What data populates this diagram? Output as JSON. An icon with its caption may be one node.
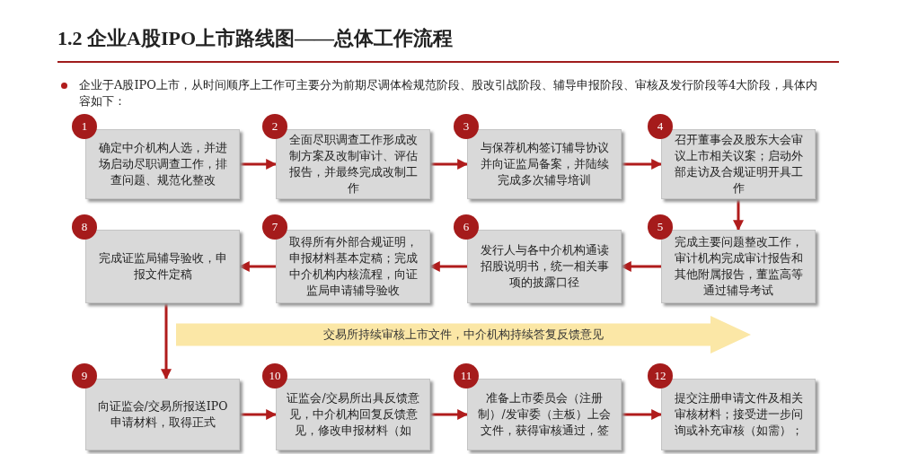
{
  "diagram": {
    "title": "1.2 企业A股IPO上市路线图——总体工作流程",
    "nodes": [
      {
        "text": [
          "1",
          "确定中介机构人选，并进场启动尽职调查工作，排查问题、规范化整改"
        ]
      },
      {
        "text": [
          "2",
          "全面尽职调查工作形成改制方案及改制审计、评估报告，并最终完成改制工作"
        ]
      },
      {
        "text": [
          "3",
          "与保荐机构签订辅导协议并向证监局备案，并陆续完成多次辅导培训"
        ]
      },
      {
        "text": [
          "4",
          "召开董事会及股东大会审议上市相关议案；启动外部走访及合规证明开具工作"
        ]
      },
      {
        "text": [
          "5",
          "完成主要问题整改工作，审计机构完成审计报告和其他附属报告，董监高等通过辅导考试"
        ]
      },
      {
        "text": [
          "6",
          "发行人与各中介机构通读招股说明书，统一相关事项的披露口径"
        ]
      },
      {
        "text": [
          "7",
          "取得所有外部合规证明，申报材料基本定稿；完成中介机构内核流程，向证监局申请辅导验收"
        ]
      },
      {
        "text": [
          "8",
          "完成证监局辅导验收，申报文件定稿"
        ]
      },
      {
        "text": [
          "交易所持续审核上市文件，中介机构持续答复反馈意见"
        ]
      },
      {
        "text": [
          "9",
          "向证监会/交易所报送IPO申请材料，取得正式"
        ]
      },
      {
        "text": [
          "10",
          "证监会/交易所出具反馈意见，中介机构回复反馈意见，修改申报材料（如"
        ]
      },
      {
        "text": [
          "11",
          "准备上市委员会（注册制）/发审委（主板）上会文件，获得审核通过，签"
        ]
      },
      {
        "text": [
          "12",
          "提交注册申请文件及相关审核材料；接受进一步问询或补充审核（如需）；"
        ]
      }
    ],
    "edges": [
      {
        "from": 0,
        "to": 1,
        "arrow": "to"
      },
      {
        "from": 1,
        "to": 2,
        "arrow": "to"
      },
      {
        "from": 2,
        "to": 3,
        "arrow": "to"
      },
      {
        "from": 3,
        "to": 4,
        "arrow": "to"
      },
      {
        "from": 4,
        "to": 5,
        "arrow": "to"
      },
      {
        "from": 5,
        "to": 6,
        "arrow": "to"
      },
      {
        "from": 6,
        "to": 7,
        "arrow": "to"
      },
      {
        "from": 7,
        "to": 9,
        "arrow": "to"
      },
      {
        "from": 9,
        "to": 10,
        "arrow": "to"
      },
      {
        "from": 10,
        "to": 11,
        "arrow": "to"
      },
      {
        "from": 11,
        "to": 12,
        "arrow": "to"
      }
    ],
    "labels": [
      "企业于A股IPO上市，从时间顺序上工作可主要分为前期尽调体检规范阶段、股改引战阶段、辅导申报阶段、审核及发行阶段等4大阶段，具体内容如下："
    ]
  }
}
